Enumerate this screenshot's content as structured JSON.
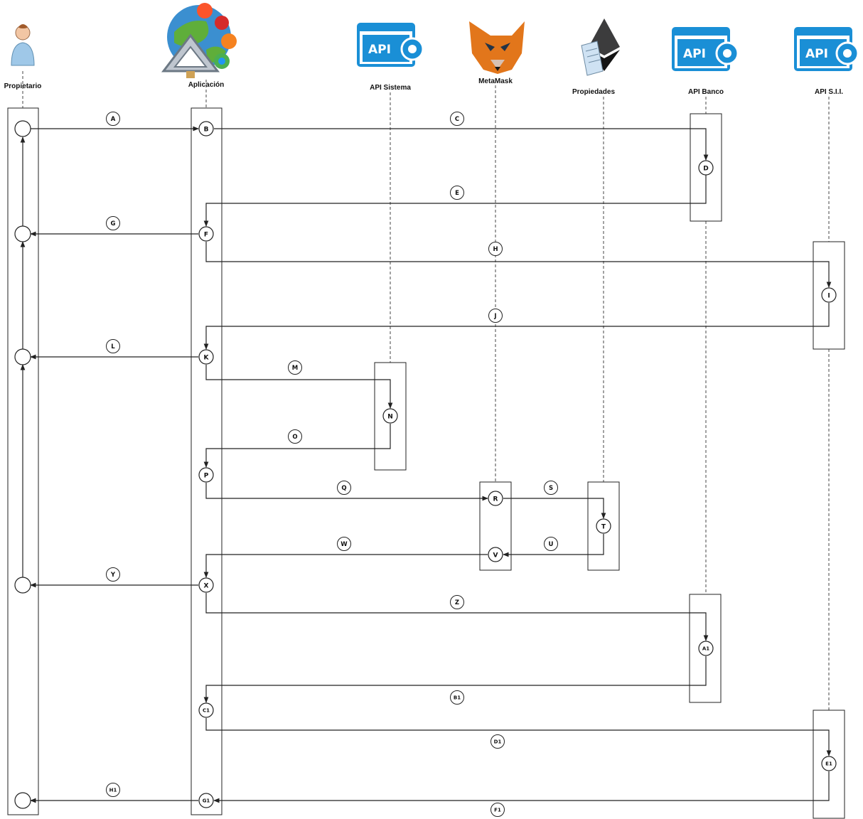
{
  "actors": [
    {
      "id": "propietario",
      "label": "Propietario",
      "icon": "user-icon"
    },
    {
      "id": "aplicacion",
      "label": "Aplicación",
      "icon": "app-browsers-icon"
    },
    {
      "id": "api-sistema",
      "label": "API Sistema",
      "icon": "api-gear-icon",
      "icon_text": "API"
    },
    {
      "id": "metamask",
      "label": "MetaMask",
      "icon": "metamask-fox-icon"
    },
    {
      "id": "propiedades",
      "label": "Propiedades",
      "icon": "ethereum-document-icon"
    },
    {
      "id": "api-banco",
      "label": "API Banco",
      "icon": "api-gear-icon",
      "icon_text": "API"
    },
    {
      "id": "api-sii",
      "label": "API S.I.I.",
      "icon": "api-gear-icon",
      "icon_text": "API"
    }
  ],
  "nodes": [
    "B",
    "D",
    "F",
    "I",
    "K",
    "N",
    "P",
    "R",
    "T",
    "V",
    "X",
    "A1",
    "C1",
    "E1",
    "G1"
  ],
  "steps": [
    "A",
    "C",
    "E",
    "G",
    "H",
    "J",
    "L",
    "M",
    "O",
    "Q",
    "S",
    "U",
    "W",
    "Y",
    "Z",
    "B1",
    "D1",
    "F1",
    "H1"
  ],
  "colors": {
    "api_blue": "#1a8fd6",
    "line": "#222222",
    "fox_orange": "#e2761b"
  }
}
